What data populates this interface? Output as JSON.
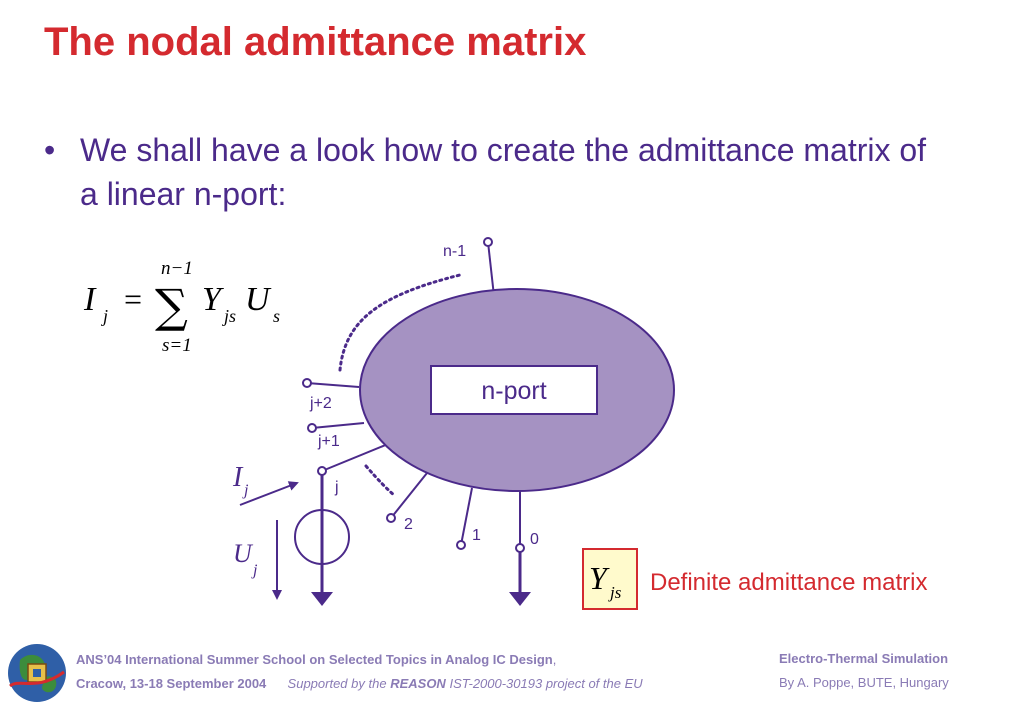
{
  "slide": {
    "title": "The nodal admittance matrix",
    "bullet_marker": "•",
    "bullet": "We shall have a look how to create the admittance matrix of a linear n-port:"
  },
  "formula": {
    "lhs": "I",
    "lhs_sub": "j",
    "equals": "=",
    "sum_upper": "n−1",
    "sum_lower": "s=1",
    "sigma": "∑",
    "y": "Y",
    "y_sub": "js",
    "u": "U",
    "u_sub": "s"
  },
  "diagram": {
    "box_label": "n-port",
    "port_labels": {
      "n_minus_1": "n-1",
      "j_plus_2": "j+2",
      "j_plus_1": "j+1",
      "j": "j",
      "two": "2",
      "one": "1",
      "zero": "0"
    },
    "current_label": "I",
    "current_sub": "j",
    "voltage_label": "U",
    "voltage_sub": "j",
    "yjs_symbol": "Y",
    "yjs_sub": "js",
    "definite_label": "Definite admittance matrix"
  },
  "footer": {
    "line1_bold": "ANS’04 International Summer School on Selected Topics in Analog IC Design",
    "line1_comma": ",",
    "line2_bold": "Cracow, 13-18 September 2004",
    "line2_italic_a": "Supported by the",
    "line2_italic_bold": "REASON",
    "line2_italic_b": "IST-2000-30193 project of the EU",
    "right1": "Electro-Thermal Simulation",
    "right2": "By A. Poppe, BUTE, Hungary"
  },
  "colors": {
    "title": "#d42a2f",
    "text": "#4b2a8a",
    "ellipse_fill": "#a592c2",
    "line": "#4b2a8a",
    "accent_red": "#d42a2f",
    "highlight_box": "#fffacc",
    "footer": "#8a7bb5"
  }
}
